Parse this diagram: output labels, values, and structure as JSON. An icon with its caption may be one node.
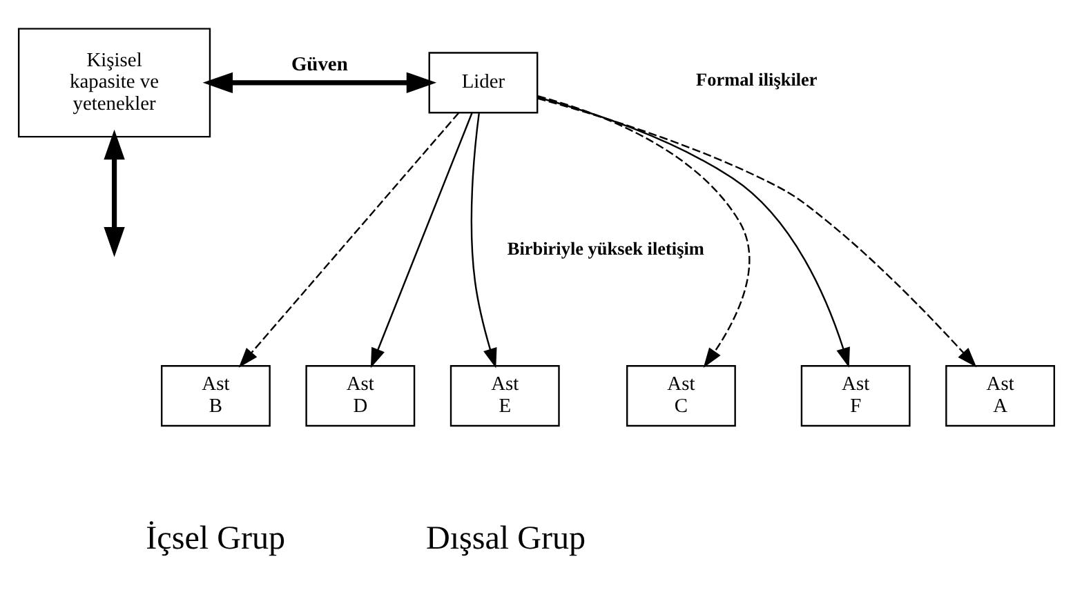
{
  "diagram": {
    "nodes": [
      {
        "text": [
          "Kişisel kapasite ve yetenekler"
        ]
      },
      {
        "text": [
          "Lider"
        ]
      },
      {
        "text": [
          "Ast A"
        ]
      },
      {
        "text": [
          "Ast B"
        ]
      },
      {
        "text": [
          "Ast C"
        ]
      },
      {
        "text": [
          "Ast D"
        ]
      },
      {
        "text": [
          "Ast E"
        ]
      },
      {
        "text": [
          "Ast F"
        ]
      }
    ],
    "edges": [
      {
        "from": 0,
        "to": 1,
        "arrow": "both",
        "label": "Güven",
        "style": "thick"
      },
      {
        "from": 0,
        "to": null,
        "arrow": "both",
        "style": "thick"
      },
      {
        "from": 1,
        "to": 2,
        "arrow": "to",
        "style": "dashed"
      },
      {
        "from": 1,
        "to": 3,
        "arrow": "to",
        "style": "dashed"
      },
      {
        "from": 1,
        "to": 4,
        "arrow": "to",
        "style": "dashed"
      },
      {
        "from": 1,
        "to": 5,
        "arrow": "to"
      },
      {
        "from": 1,
        "to": 6,
        "arrow": "to"
      },
      {
        "from": 1,
        "to": 7,
        "arrow": "to"
      }
    ],
    "labels": [
      "Formal ilişkiler",
      "Birbiriyle yüksek iletişim",
      "İçsel Grup",
      "Dışsal Grup"
    ]
  }
}
